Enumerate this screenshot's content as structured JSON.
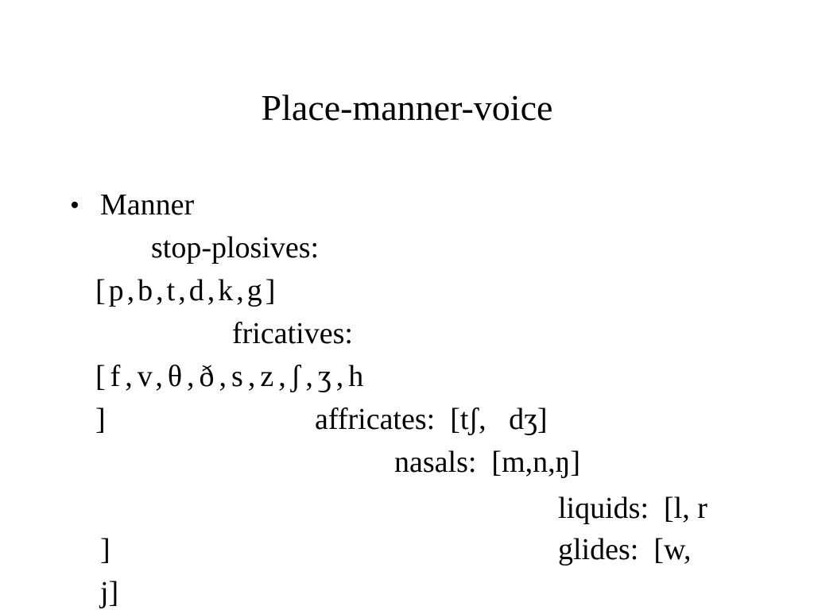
{
  "slide": {
    "title": "Place-manner-voice",
    "bullet_glyph": "•",
    "lines": {
      "manner": "Manner",
      "stop_label": "stop-plosives:",
      "stop_symbols": "[p,b,t,d,k,g]",
      "fricatives_label": "fricatives:",
      "fricatives_symbols": "[f,v,θ,ð,s,z,ʃ,ʒ,h",
      "fricatives_close": "]",
      "affricates": "affricates:  [tʃ,   dʒ]",
      "nasals": "nasals:  [m,n,ŋ]",
      "liquids": "liquids:  [l, r",
      "liquids_close": "]",
      "glides": "glides:  [w,",
      "glides_close": "j]"
    }
  }
}
